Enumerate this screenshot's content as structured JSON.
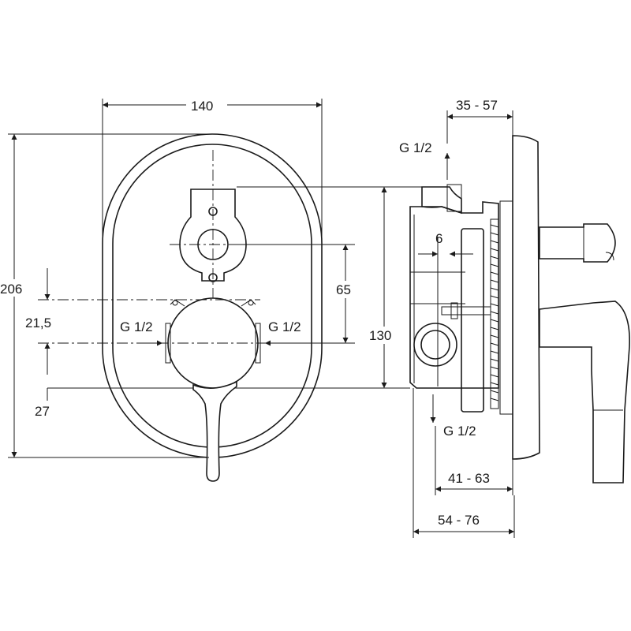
{
  "dimensions": {
    "width_140": "140",
    "height_206": "206",
    "spacing_65": "65",
    "height_130": "130",
    "offset_21_5": "21,5",
    "offset_27": "27",
    "depth_35_57": "35 - 57",
    "depth_6": "6",
    "depth_41_63": "41 - 63",
    "depth_54_76": "54 - 76"
  },
  "connections": {
    "left_inlet": "G 1/2",
    "right_inlet": "G 1/2",
    "top_outlet": "G 1/2",
    "bottom_outlet": "G 1/2"
  }
}
